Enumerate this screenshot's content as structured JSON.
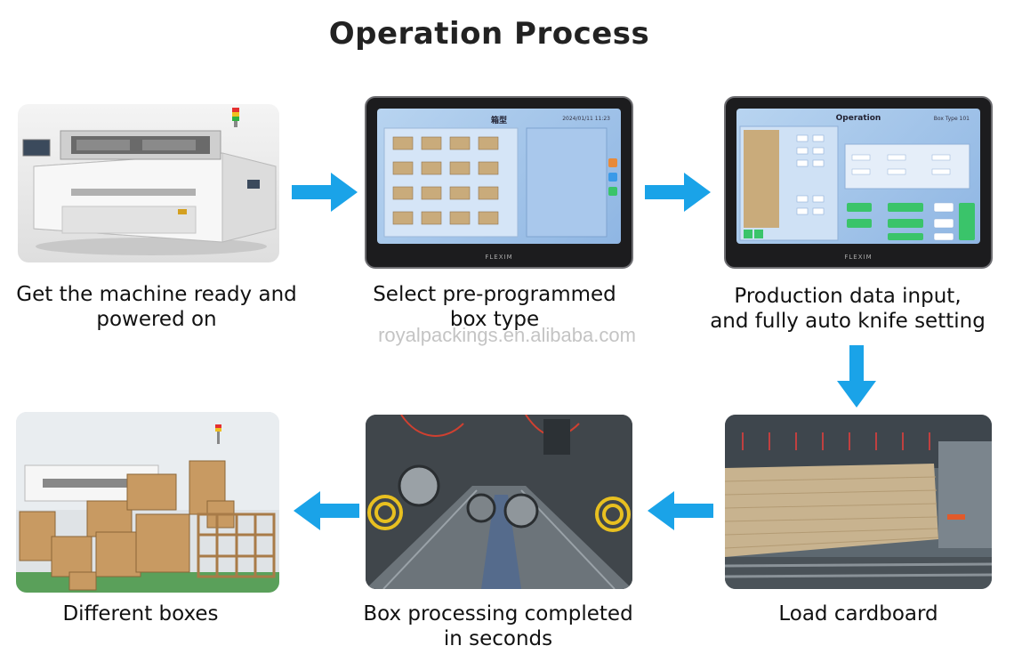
{
  "title": "Operation Process",
  "watermark": "royalpackings.en.alibaba.com",
  "steps": [
    {
      "line1": "Get the machine ready and",
      "line2": "powered on"
    },
    {
      "line1": "Select pre-programmed",
      "line2": "box type"
    },
    {
      "line1": "Production data input,",
      "line2": "and fully auto knife setting"
    },
    {
      "line1": "Load cardboard",
      "line2": ""
    },
    {
      "line1": "Box processing completed",
      "line2": "in seconds"
    },
    {
      "line1": "Different boxes",
      "line2": ""
    }
  ],
  "screens": {
    "box_type_title": "箱型",
    "box_type_time": "2024/01/11 11:23",
    "operation_title": "Operation",
    "operation_box": "Box Type  101",
    "brand": "FLEXIM"
  },
  "colors": {
    "arrow": "#1aa3e8",
    "title": "#222222"
  }
}
